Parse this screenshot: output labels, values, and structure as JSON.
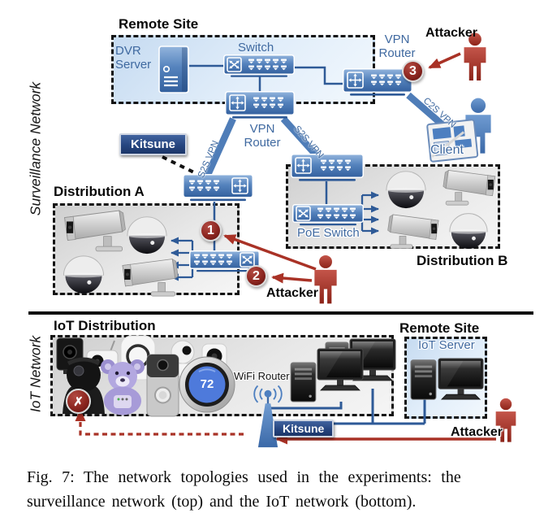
{
  "figure": {
    "surveillance": {
      "section_label": "Surveillance Network",
      "remote_site": {
        "title": "Remote Site",
        "dvr_server_label": "DVR Server",
        "switch_label": "Switch",
        "vpn_router_label": "VPN Router"
      },
      "vpn_router_right_label": "VPN Router",
      "kitsune_label": "Kitsune",
      "links": {
        "s2s_left": "S2S VPN",
        "s2s_right": "S2S VPN",
        "c2s": "C2S VPN"
      },
      "distribution_a": {
        "title": "Distribution A"
      },
      "distribution_b": {
        "title": "Distribution B",
        "poe_switch_label": "PoE Switch"
      },
      "attacker_top_label": "Attacker",
      "attacker_mid_label": "Attacker",
      "client_label": "Client",
      "badges": {
        "b1": "1",
        "b2": "2",
        "b3": "3"
      }
    },
    "iot": {
      "section_label": "IoT Network",
      "distribution": {
        "title": "IoT Distribution",
        "thermostat_temp": "72",
        "blocked_badge": "✗"
      },
      "wifi_router_label": "WiFi Router",
      "remote_site": {
        "title": "Remote Site",
        "iot_server_label": "IoT Server"
      },
      "kitsune_label": "Kitsune",
      "attacker_label": "Attacker"
    },
    "caption": {
      "line1": "Fig. 7: The network topologies used in the experiments: the",
      "line2": "surveillance network (top) and the IoT network (bottom)."
    },
    "colors": {
      "device_blue": "#4a78b5",
      "device_blue_dark": "#2e5a97",
      "label_blue": "#3f69a0",
      "attacker_red": "#a93226",
      "badge_maroon": "#5a0f0c",
      "kitsune_navy": "#203f7e",
      "remote_site_fill": "#c6dbf1",
      "distribution_fill": "#cfcfcf"
    }
  }
}
